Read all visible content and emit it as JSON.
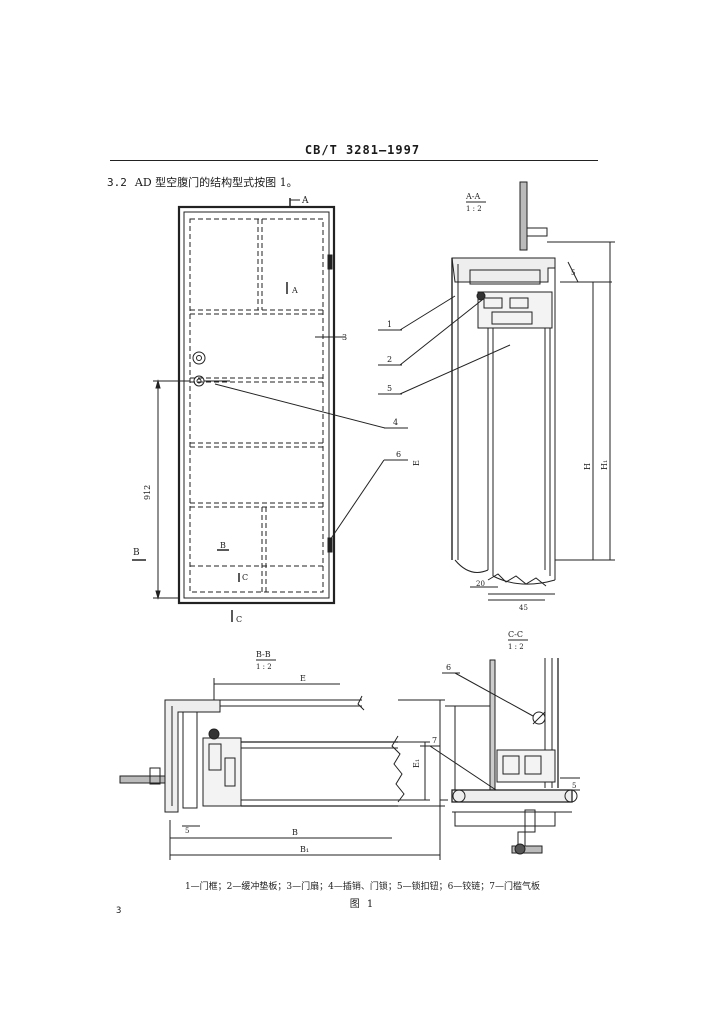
{
  "header": {
    "standard_no": "CB/T 3281—1997"
  },
  "section": {
    "number": "3.2",
    "text": "AD 型空腹门的结构型式按图 1。"
  },
  "labels": {
    "A": "A",
    "B": "B",
    "C": "C",
    "section_AA": "A-A",
    "section_BB": "B-B",
    "section_CC": "C-C",
    "scale": "1 : 2",
    "leader_1": "1",
    "leader_2": "2",
    "leader_3": "3",
    "leader_4": "4",
    "leader_5": "5",
    "leader_6": "6",
    "leader_7": "7",
    "dim_912": "912",
    "dim_E": "E",
    "dim_B": "B",
    "dim_B1": "B₁",
    "dim_H": "H",
    "dim_H1": "H₁",
    "dim_5": "5",
    "dim_45": "45",
    "dim_20": "20",
    "dim_E1": "E₁"
  },
  "legend": "1—门框；2—缓冲垫板；3—门扇；4—插销、门锁；5—锁扣钮；6—铰链；7—门槛气板",
  "figure_caption": "图 1",
  "page_number": "3"
}
